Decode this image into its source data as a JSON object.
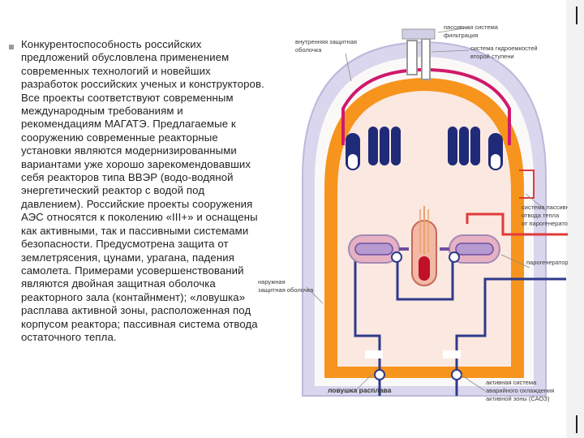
{
  "slide": {
    "paragraph": "Конкурентоспособность российских предложений обусловлена применением современных технологий и новейших разработок российских ученых и конструкторов. Все проекты соответствуют современным международным требованиям и рекомендациям МАГАТЭ. Предлагаемые к сооружению современные реакторные установки являются модернизированными вариантами уже хорошо зарекомендовавших себя реакторов типа ВВЭР (водо-водяной энергетический реактор с водой под давлением). Российские проекты сооружения АЭС относятся к поколению «III+» и оснащены как активными, так и пассивными системами безопасности. Предусмотрена защита от землетрясения, цунами, урагана, падения самолета. Примерами усовершенствований являются двойная защитная оболочка реакторного зала (контайнмент); «ловушка» расплава активной зоны, расположенная под корпусом реактора; пассивная система отвода остаточного тепла."
  },
  "diagram": {
    "labels": {
      "passive_system": "пассивная система",
      "filtration": "фильтрация",
      "hydro_cap_1": "система гидроемкостей",
      "hydro_cap_2": "второй ступени",
      "inner_shell_1": "внутренняя защитная",
      "inner_shell_2": "оболочка",
      "outer_shell_1": "наружная",
      "outer_shell_2": "защитная оболочка",
      "heat_removal_1": "система пассивного",
      "heat_removal_2": "отвода тепла",
      "heat_removal_3": "от парогенератора",
      "steam_generator": "парогенератор",
      "core_catcher": "ловушка расплава",
      "eccs_1": "активная система",
      "eccs_2": "аварийного охлаждения",
      "eccs_3": "активной зоны (САОЗ)"
    },
    "colors": {
      "outer_shell": "#d9d6ee",
      "inner_shell": "#f7941d",
      "hot_pipe": "#e03a3a",
      "cold_pipe": "#2e3a8c",
      "tank": "#1f2b78",
      "magenta_loop": "#d0196b",
      "core": "#c0102a"
    }
  }
}
